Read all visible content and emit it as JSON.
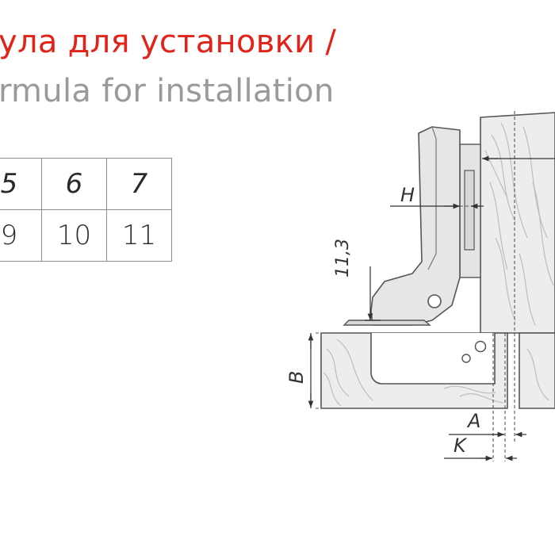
{
  "title": {
    "ru": "ула для установки /",
    "en": "rmula for installation"
  },
  "table": {
    "header": [
      "5",
      "6",
      "7"
    ],
    "values": [
      "9",
      "10",
      "11"
    ]
  },
  "diagram": {
    "labels": {
      "h": "H",
      "dim_11_3": "11,3",
      "b": "B",
      "a": "A",
      "k": "K"
    }
  }
}
